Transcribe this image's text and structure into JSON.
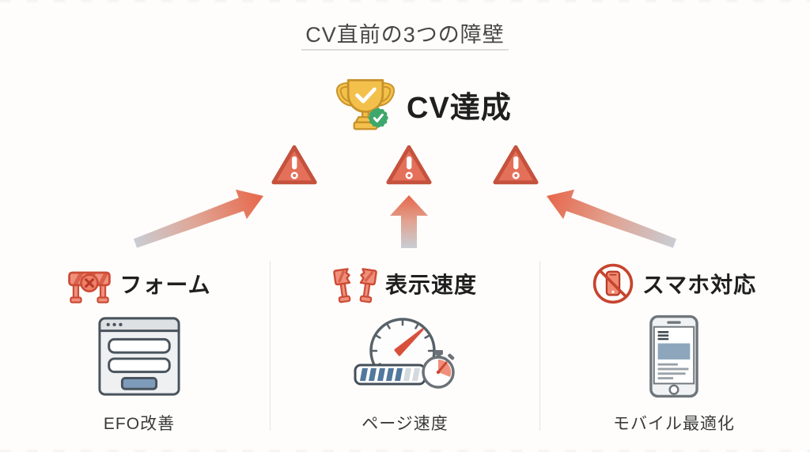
{
  "title": {
    "text": "CV直前の3つの障壁"
  },
  "goal": {
    "label": "CV達成",
    "icon": "trophy-check-icon"
  },
  "warnings": {
    "icon": "warning-triangle-icon",
    "count": 3
  },
  "columns": [
    {
      "header": "フォーム",
      "header_icon": "roadblock-icon",
      "illustration": "form-window-illustration",
      "caption": "EFO改善"
    },
    {
      "header": "表示速度",
      "header_icon": "broken-roadblock-icon",
      "illustration": "speedometer-illustration",
      "caption": "ページ速度"
    },
    {
      "header": "スマホ対応",
      "header_icon": "no-smartphone-icon",
      "illustration": "smartphone-illustration",
      "caption": "モバイル最適化"
    }
  ],
  "colors": {
    "accent_red": "#e4705a",
    "accent_red_dark": "#c5523d",
    "arrow_gray": "#c9cdd5",
    "arrow_red": "#e7684c",
    "gold": "#f3c14b",
    "gold_dark": "#c8922a",
    "green": "#3ea76b",
    "blue": "#7e9cba",
    "divider": "#e4e4e4",
    "title_color": "#474747",
    "text_dark": "#1f1f1f",
    "caption_color": "#3a3a3a",
    "outline_gray": "#49535c",
    "bg": "#fefdfb"
  }
}
